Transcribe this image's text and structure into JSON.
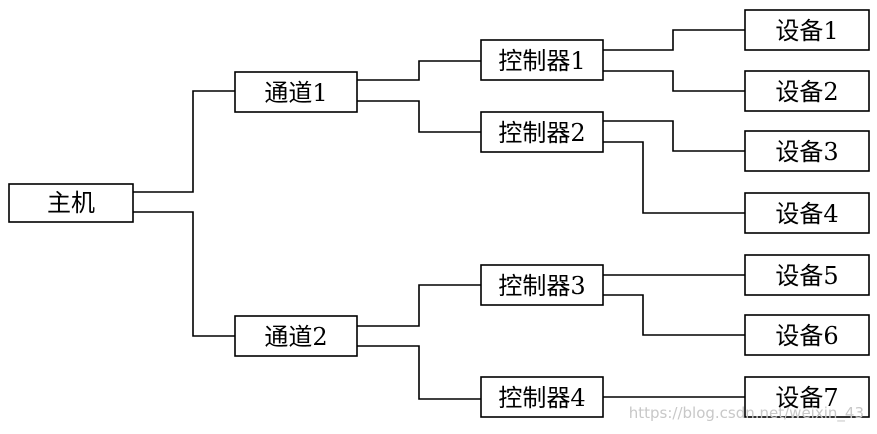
{
  "diagram": {
    "host": {
      "label": "主机"
    },
    "channels": [
      {
        "label": "通道1"
      },
      {
        "label": "通道2"
      }
    ],
    "controllers": [
      {
        "label": "控制器1"
      },
      {
        "label": "控制器2"
      },
      {
        "label": "控制器3"
      },
      {
        "label": "控制器4"
      }
    ],
    "devices": [
      {
        "label": "设备1"
      },
      {
        "label": "设备2"
      },
      {
        "label": "设备3"
      },
      {
        "label": "设备4"
      },
      {
        "label": "设备5"
      },
      {
        "label": "设备6"
      },
      {
        "label": "设备7"
      }
    ]
  },
  "watermark": "https://blog.csdn.net/weixin_43"
}
